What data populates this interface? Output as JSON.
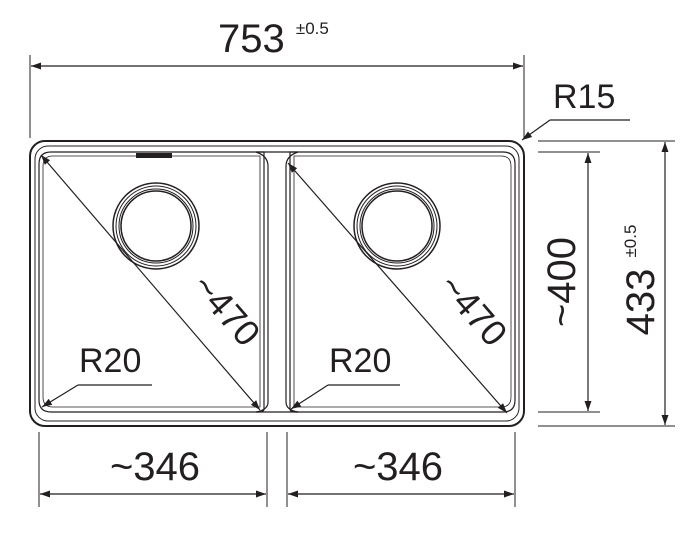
{
  "dimensions": {
    "overall_width": {
      "value": "753",
      "tolerance": "±0.5"
    },
    "overall_height": {
      "value": "433",
      "tolerance": "±0.5"
    },
    "inner_height": "~400",
    "left_bowl_width": "~346",
    "right_bowl_width": "~346",
    "left_diagonal": "~470",
    "right_diagonal": "~470",
    "outer_corner_radius": "R15",
    "left_bowl_radius": "R20",
    "right_bowl_radius": "R20"
  },
  "colors": {
    "ink": "#231f20",
    "background": "#ffffff"
  }
}
